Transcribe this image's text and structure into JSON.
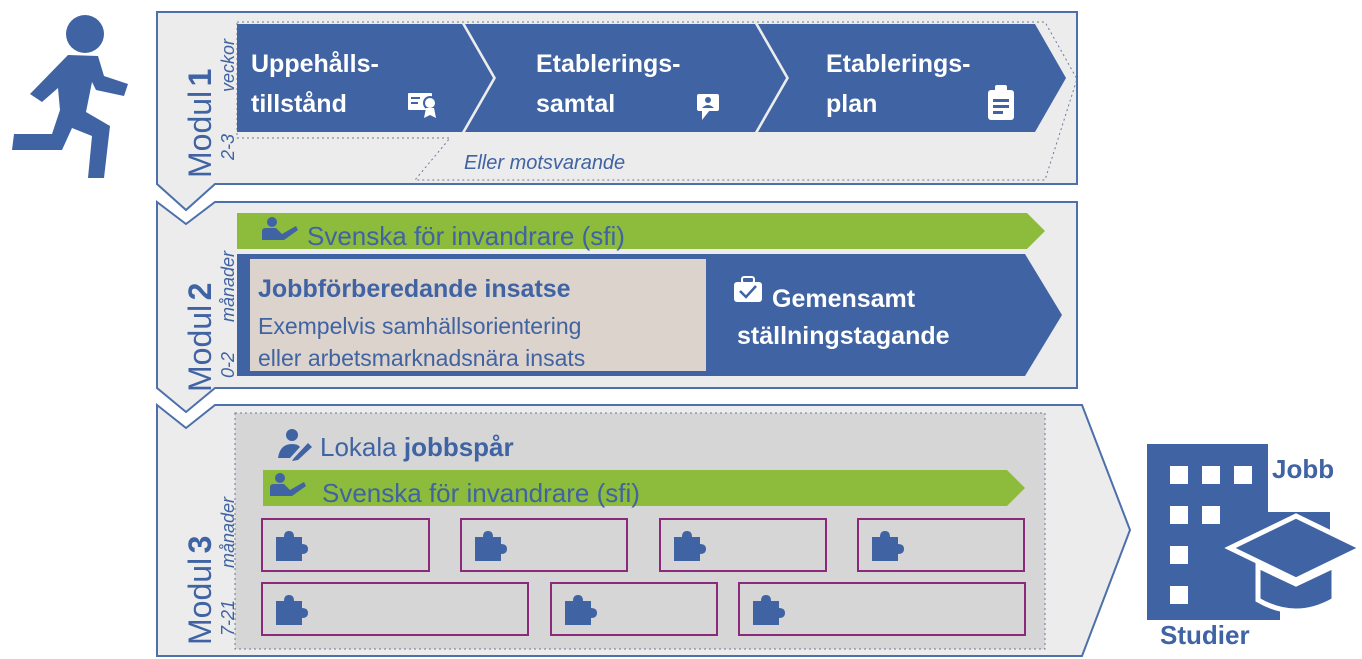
{
  "module1": {
    "label": "Modul",
    "number": "1",
    "duration_range": "2-3",
    "duration_unit": "veckor",
    "steps": [
      {
        "line1": "Uppehålls-",
        "line2": "tillstånd",
        "icon": "certificate-icon"
      },
      {
        "line1": "Etablerings-",
        "line2": "samtal",
        "icon": "chat-icon"
      },
      {
        "line1": "Etablerings-",
        "line2": "plan",
        "icon": "clipboard-icon"
      }
    ],
    "alternative_note": "Eller motsvarande"
  },
  "module2": {
    "label": "Modul",
    "number": "2",
    "duration_range": "0-2",
    "duration_unit": "månader",
    "sfi_label": "Svenska för invandrare (sfi)",
    "prep_title": "Jobbförberedande insatse",
    "prep_line1": "Exempelvis samhällsorientering",
    "prep_line2": "eller arbetsmarknadsnära insats",
    "joint_line1": "Gemensamt",
    "joint_line2": "ställningstagande"
  },
  "module3": {
    "label": "Modul",
    "number": "3",
    "duration_range": "7-21",
    "duration_unit": "månader",
    "track_prefix": "Lokala ",
    "track_bold": "jobbspår",
    "sfi_label": "Svenska för invandrare (sfi)",
    "puzzle_rows": [
      4,
      3
    ]
  },
  "outcome": {
    "job_label": "Jobb",
    "studies_label": "Studier"
  },
  "colors": {
    "blue": "#3f63a3",
    "green": "#8dbb3c",
    "panel": "#ececec",
    "panel_border": "#4d6fab",
    "grey_area": "#d6d6d6",
    "beige": "#dcd3cc",
    "purple": "#8b2a7a"
  }
}
